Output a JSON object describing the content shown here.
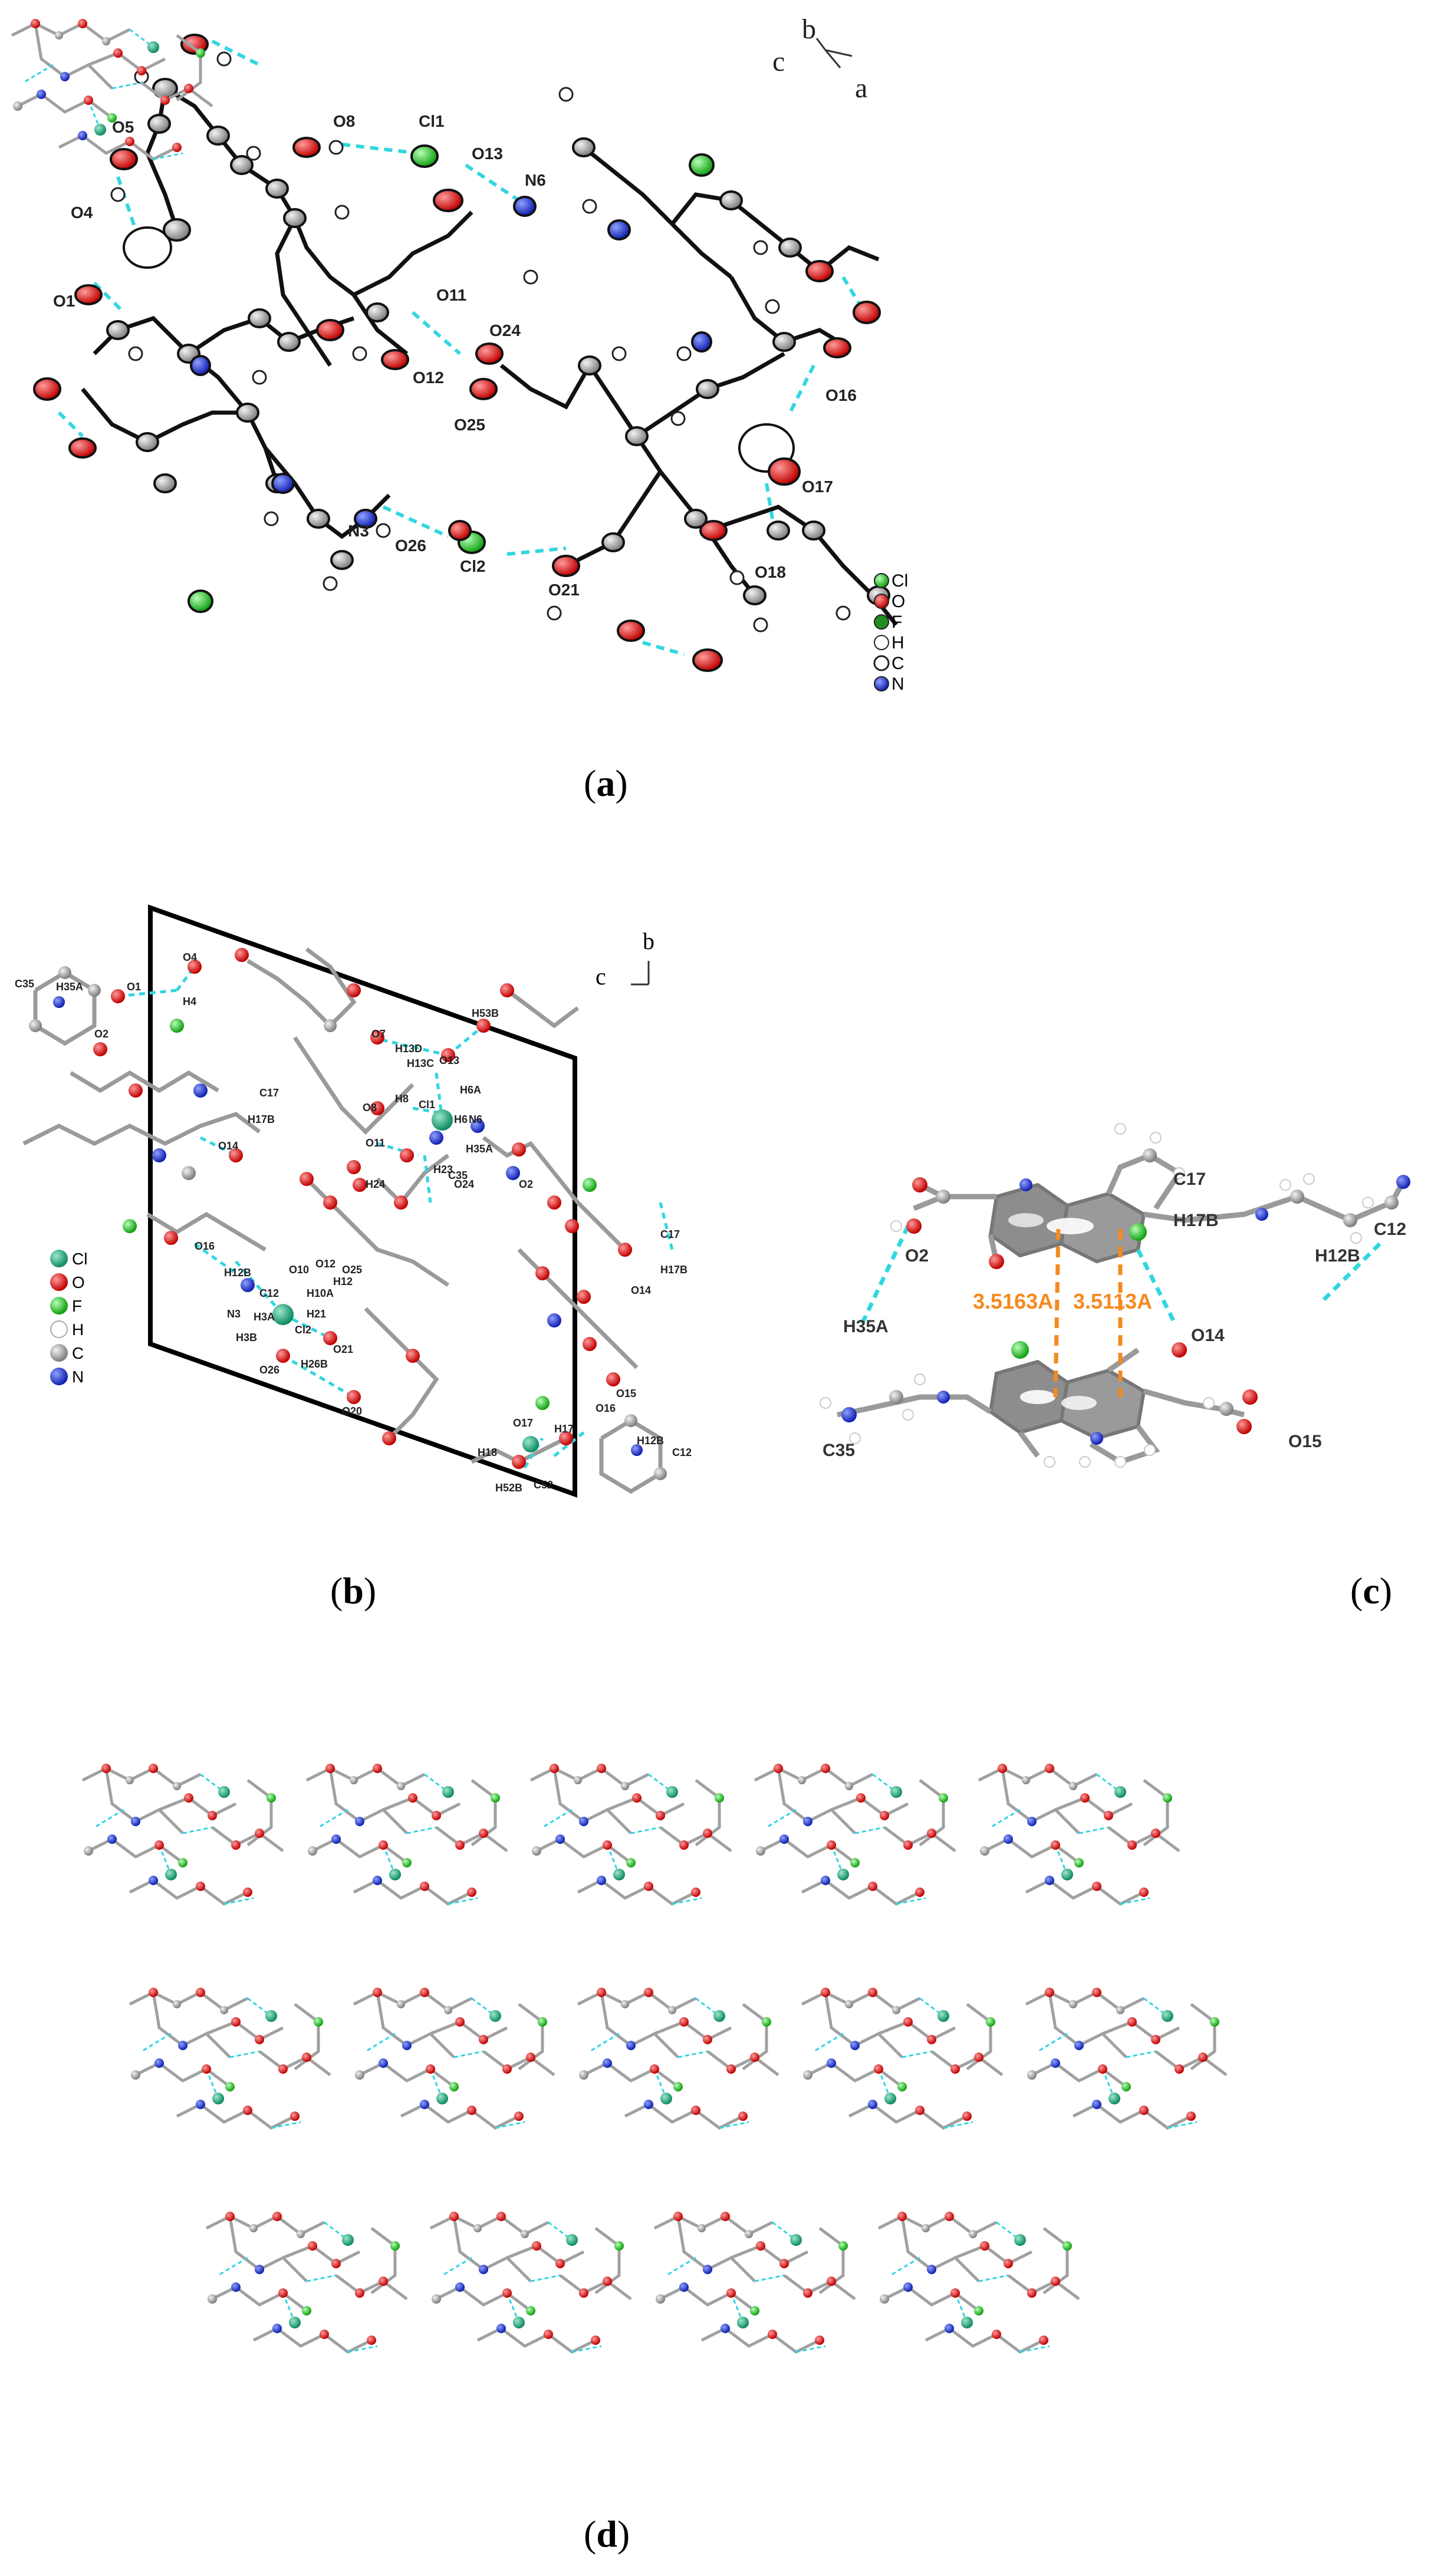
{
  "panels": {
    "a": {
      "caption_letter": "a",
      "axes_labels": [
        "b",
        "c",
        "a"
      ],
      "atom_labels": [
        "O8",
        "Cl1",
        "O13",
        "N6",
        "O5",
        "O4",
        "O1",
        "O11",
        "O24",
        "O12",
        "O25",
        "O16",
        "O17",
        "O18",
        "N3",
        "O26",
        "Cl2",
        "O21"
      ],
      "legend": [
        {
          "symbol": "Cl",
          "color": "#38d138"
        },
        {
          "symbol": "O",
          "color": "#e02020"
        },
        {
          "symbol": "F",
          "color": "#28a028"
        },
        {
          "symbol": "H",
          "color": "#ffffff"
        },
        {
          "symbol": "C",
          "color": "#ffffff"
        },
        {
          "symbol": "N",
          "color": "#2030e0"
        }
      ]
    },
    "b": {
      "caption_letter": "b",
      "axes_labels": [
        "b",
        "c"
      ],
      "atom_labels": [
        "C35",
        "H35A",
        "O1",
        "H4",
        "O4",
        "O2",
        "C17",
        "H17B",
        "O14",
        "O7",
        "H13D",
        "H13C",
        "O13",
        "H53B",
        "H6A",
        "Cl1",
        "H6",
        "N6",
        "O8",
        "H8",
        "O11",
        "H24",
        "H23",
        "O24",
        "H35A",
        "C35",
        "O2",
        "O16",
        "H12B",
        "C12",
        "O10",
        "H10A",
        "O12",
        "H12",
        "O25",
        "N3",
        "H3A",
        "Cl2",
        "H21",
        "O21",
        "H3B",
        "O26",
        "H26B",
        "O20",
        "C17",
        "H17B",
        "O14",
        "O15",
        "O16",
        "H17",
        "O17",
        "H12B",
        "C12",
        "H18",
        "H52B",
        "C52"
      ],
      "legend": [
        {
          "symbol": "Cl",
          "color": "#1aaa7a"
        },
        {
          "symbol": "O",
          "color": "#e01010"
        },
        {
          "symbol": "F",
          "color": "#22cc22"
        },
        {
          "symbol": "H",
          "color": "#ffffff"
        },
        {
          "symbol": "C",
          "color": "#999999"
        },
        {
          "symbol": "N",
          "color": "#2040d0"
        }
      ]
    },
    "c": {
      "caption_letter": "c",
      "atom_labels": [
        "C17",
        "H17B",
        "C12",
        "O2",
        "H12B",
        "O14",
        "H35A",
        "C35",
        "O15"
      ],
      "distances": [
        "3.5163A",
        "3.5113A"
      ]
    },
    "d": {
      "caption_letter": "d"
    }
  }
}
